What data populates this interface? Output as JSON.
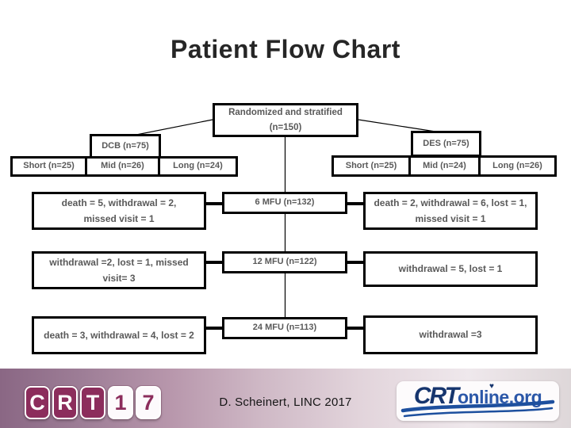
{
  "slide": {
    "title": "Patient Flow Chart"
  },
  "flowchart": {
    "root": "Randomized and stratified\n(n=150)",
    "left_arm": {
      "label": "DCB (n=75)",
      "cohorts": [
        "Short (n=25)",
        "Mid (n=26)",
        "Long (n=24)"
      ]
    },
    "right_arm": {
      "label": "DES (n=75)",
      "cohorts": [
        "Short (n=25)",
        "Mid (n=24)",
        "Long (n=26)"
      ]
    },
    "followups": [
      "6 MFU (n=132)",
      "12 MFU (n=122)",
      "24 MFU (n=113)"
    ],
    "left_outcomes": [
      "death = 5, withdrawal = 2,\nmissed visit = 1",
      "withdrawal =2, lost = 1, missed\nvisit= 3",
      "death = 3, withdrawal = 4, lost = 2"
    ],
    "right_outcomes": [
      "death = 2, withdrawal = 6, lost = 1,\nmissed visit = 1",
      "withdrawal = 5, lost = 1",
      "withdrawal =3"
    ]
  },
  "footer": {
    "credit": "D. Scheinert, LINC 2017",
    "crt17_tiles": [
      "C",
      "R",
      "T",
      "1",
      "7"
    ],
    "crtonline": {
      "prefix": "CRT",
      "suffix": "online.org",
      "heart_icon": "♥"
    }
  },
  "colors": {
    "box_border": "#000000",
    "box_text": "#595959",
    "title_text": "#262626",
    "crt17_maroon": "#8c2d5c",
    "crtonline_blue": "#16356e",
    "footer_gradient_left": "#8a6784",
    "footer_gradient_right": "#ded7d9"
  }
}
